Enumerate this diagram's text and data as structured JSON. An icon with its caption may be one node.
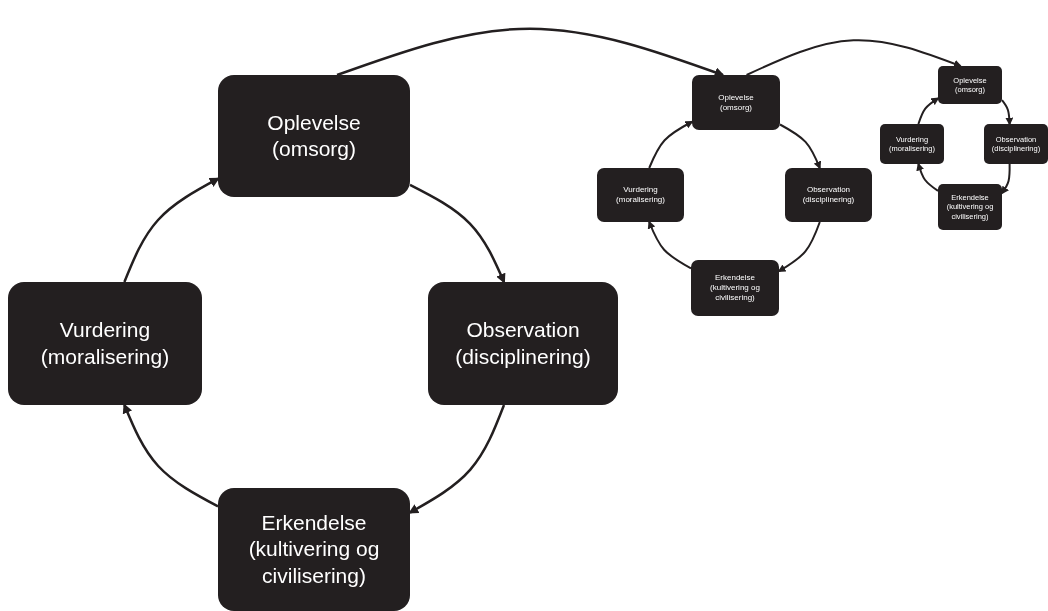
{
  "diagram": {
    "nodes": [
      {
        "text": [
          "Oplevelse",
          "(omsorg)"
        ]
      },
      {
        "text": [
          "Vurdering",
          "(moralisering)"
        ]
      },
      {
        "text": [
          "Observation",
          "(disciplinering)"
        ]
      },
      {
        "text": [
          "Erkendelse",
          "(kultivering og civilisering)"
        ]
      },
      {
        "text": [
          "Oplevelse",
          "(omsorg)"
        ]
      },
      {
        "text": [
          "Vurdering",
          "(moralisering)"
        ]
      },
      {
        "text": [
          "Observation",
          "(disciplinering)"
        ]
      },
      {
        "text": [
          "Erkendelse",
          "(kultivering og civilisering)"
        ]
      },
      {
        "text": [
          "Oplevelse",
          "(omsorg)"
        ]
      },
      {
        "text": [
          "Vurdering",
          "(moralisering)"
        ]
      },
      {
        "text": [
          "Observation",
          "(disciplinering)"
        ]
      },
      {
        "text": [
          "Erkendelse",
          "(kultivering og civilisering)"
        ]
      }
    ],
    "edges": [
      {
        "from": 0,
        "to": 2,
        "arrow": "to"
      },
      {
        "from": 2,
        "to": 3,
        "arrow": "to"
      },
      {
        "from": 3,
        "to": 1,
        "arrow": "to"
      },
      {
        "from": 1,
        "to": 0,
        "arrow": "to"
      },
      {
        "from": 4,
        "to": 6,
        "arrow": "to"
      },
      {
        "from": 6,
        "to": 7,
        "arrow": "to"
      },
      {
        "from": 7,
        "to": 5,
        "arrow": "to"
      },
      {
        "from": 5,
        "to": 4,
        "arrow": "to"
      },
      {
        "from": 8,
        "to": 10,
        "arrow": "to"
      },
      {
        "from": 10,
        "to": 11,
        "arrow": "to"
      },
      {
        "from": 11,
        "to": 9,
        "arrow": "to"
      },
      {
        "from": 9,
        "to": 8,
        "arrow": "to"
      },
      {
        "from": 0,
        "to": 4,
        "arrow": "to"
      },
      {
        "from": 4,
        "to": 8,
        "arrow": "to"
      }
    ]
  }
}
